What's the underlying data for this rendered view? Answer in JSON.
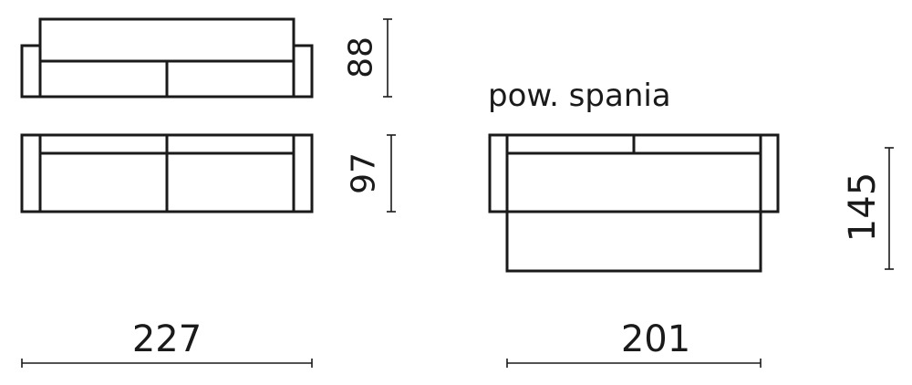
{
  "front_view": {
    "height_label": "88"
  },
  "top_view": {
    "depth_label": "97",
    "width_label": "227"
  },
  "bed_view": {
    "caption": "pow. spania",
    "depth_label": "145",
    "width_label": "201"
  }
}
